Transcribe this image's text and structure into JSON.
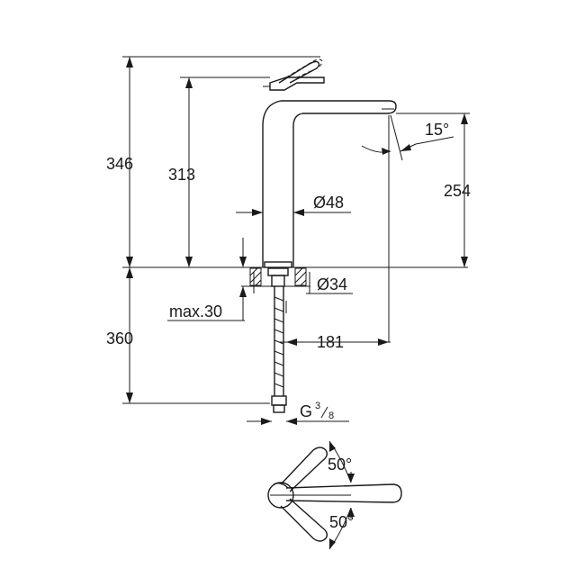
{
  "dimensions": {
    "total_height": "346",
    "spout_height": "313",
    "outlet_height": "254",
    "spout_angle": "15°",
    "body_diameter": "Ø48",
    "hole_diameter": "Ø34",
    "max_thickness": "max.30",
    "below_deck": "360",
    "reach": "181",
    "connection": "G",
    "connection_num": "3",
    "connection_den": "8",
    "rotation_upper": "50°",
    "rotation_lower": "50°"
  }
}
